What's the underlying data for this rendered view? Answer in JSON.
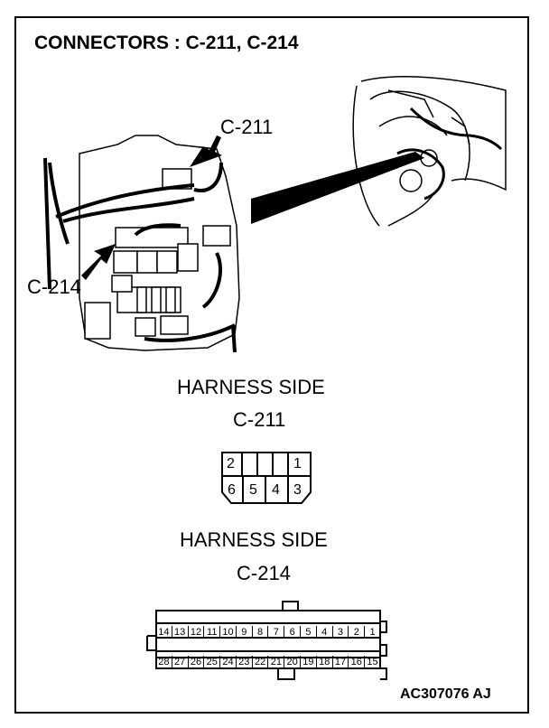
{
  "title": "CONNECTORS : C-211, C-214",
  "callouts": {
    "c211": "C-211",
    "c214": "C-214"
  },
  "section1": {
    "heading": "HARNESS SIDE",
    "connector": "C-211"
  },
  "section2": {
    "heading": "HARNESS SIDE",
    "connector": "C-214"
  },
  "c211_pins": {
    "top": [
      "2",
      "",
      "1"
    ],
    "bottom": [
      "6",
      "5",
      "4",
      "3"
    ]
  },
  "c214_pins": {
    "top": [
      "14",
      "13",
      "12",
      "11",
      "10",
      "9",
      "8",
      "7",
      "6",
      "5",
      "4",
      "3",
      "2",
      "1"
    ],
    "bottom": [
      "28",
      "27",
      "26",
      "25",
      "24",
      "23",
      "22",
      "21",
      "20",
      "19",
      "18",
      "17",
      "16",
      "15"
    ]
  },
  "figure_code": "AC307076 AJ"
}
